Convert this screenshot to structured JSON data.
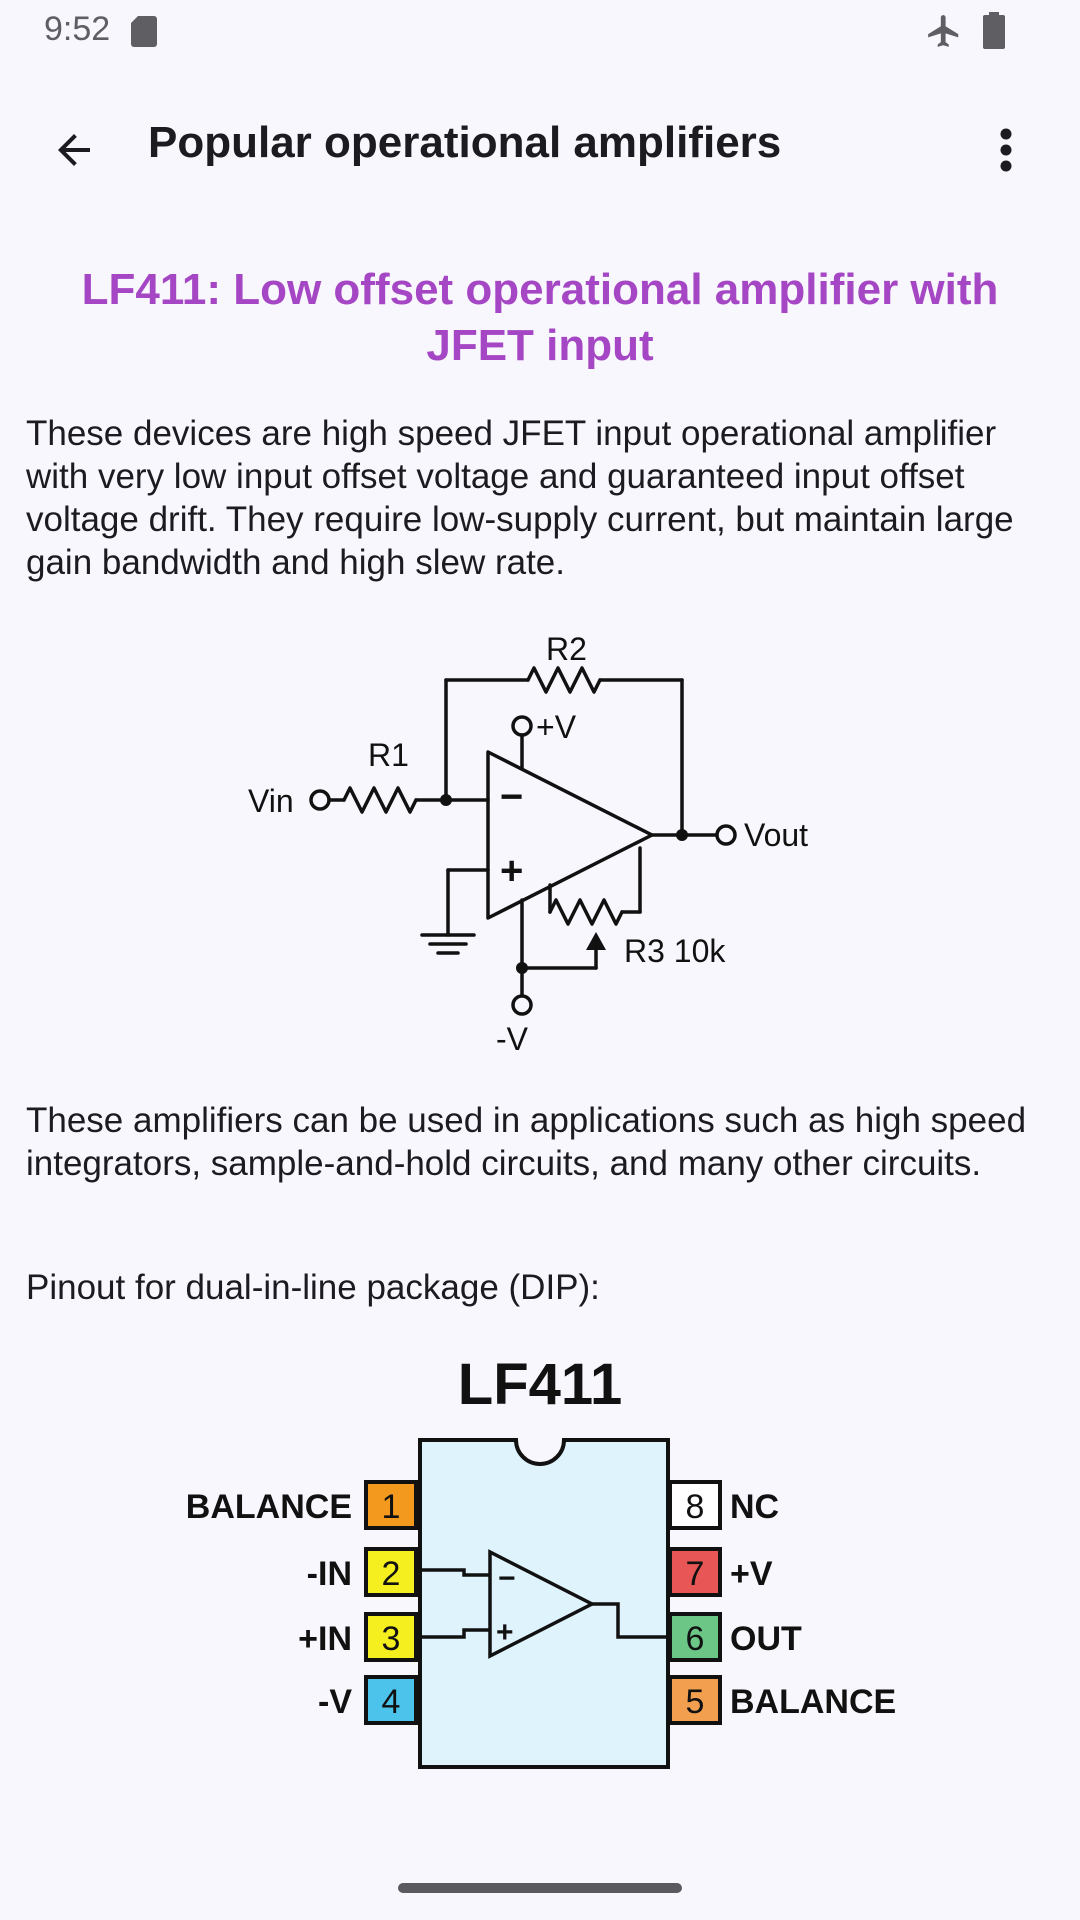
{
  "status_bar": {
    "time": "9:52"
  },
  "app_bar": {
    "title": "Popular operational amplifiers"
  },
  "article": {
    "title": "LF411: Low offset operational amplifier with JFET input",
    "paragraph1": "These devices are high speed JFET input operational amplifier with very low input offset voltage and guaranteed input offset voltage drift. They require low-supply current, but maintain large gain bandwidth and high slew rate.",
    "paragraph2": "These amplifiers can be used in applications such as high speed integrators, sample-and-hold circuits, and many other circuits.",
    "paragraph3": "Pinout for dual-in-line package (DIP):"
  },
  "circuit_diagram": {
    "r2": "R2",
    "pos_supply": "+V",
    "r1": "R1",
    "vin": "Vin",
    "vout": "Vout",
    "r3": "R3 10k",
    "neg_supply": "-V",
    "minus": "−",
    "plus": "+"
  },
  "pinout_diagram": {
    "chip_name": "LF411",
    "pins": [
      {
        "number": "1",
        "label": "BALANCE",
        "color": "#f39a1e"
      },
      {
        "number": "2",
        "label": "-IN",
        "color": "#f5ef1f"
      },
      {
        "number": "3",
        "label": "+IN",
        "color": "#f5ef1f"
      },
      {
        "number": "4",
        "label": "-V",
        "color": "#4cc3ea"
      },
      {
        "number": "5",
        "label": "BALANCE",
        "color": "#f2a04f"
      },
      {
        "number": "6",
        "label": "OUT",
        "color": "#6cc787"
      },
      {
        "number": "7",
        "label": "+V",
        "color": "#e85656"
      },
      {
        "number": "8",
        "label": "NC",
        "color": "#ffffff"
      }
    ],
    "body_color": "#dff3fd",
    "minus": "−",
    "plus": "+"
  },
  "colors": {
    "title_accent": "#a547c4",
    "background": "#f8f7fd"
  }
}
